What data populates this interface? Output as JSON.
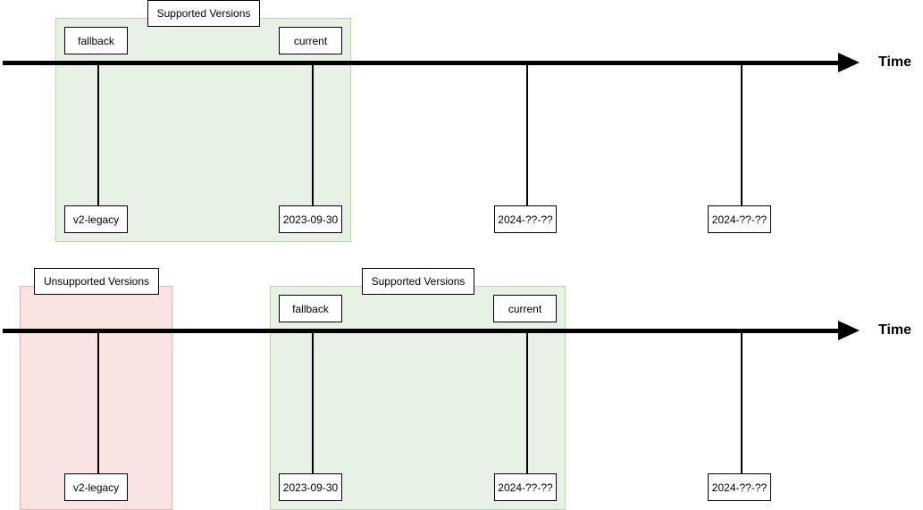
{
  "timeline_1": {
    "axis_label": "Time",
    "supported_label": "Supported Versions",
    "markers": [
      {
        "pointer": "fallback",
        "version": "v2-legacy"
      },
      {
        "pointer": "current",
        "version": "2023-09-30"
      },
      {
        "version": "2024-??-??"
      },
      {
        "version": "2024-??-??"
      }
    ]
  },
  "timeline_2": {
    "axis_label": "Time",
    "unsupported_label": "Unsupported Versions",
    "supported_label": "Supported Versions",
    "markers": [
      {
        "version": "v2-legacy"
      },
      {
        "pointer": "fallback",
        "version": "2023-09-30"
      },
      {
        "pointer": "current",
        "version": "2024-??-??"
      },
      {
        "version": "2024-??-??"
      }
    ]
  },
  "colors": {
    "supported_fill": "#e8f1e5",
    "unsupported_fill": "#fae3e3",
    "axis": "#000000"
  }
}
